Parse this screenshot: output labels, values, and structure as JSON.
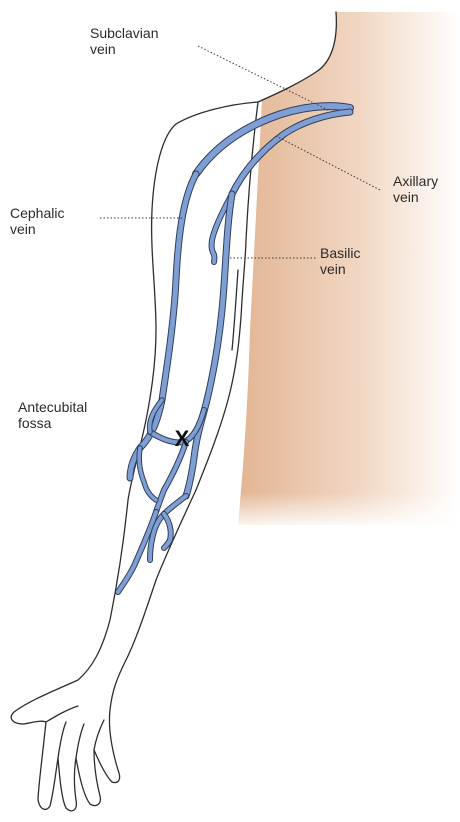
{
  "labels": {
    "subclavian": [
      "Subclavian",
      "vein"
    ],
    "axillary": [
      "Axillary",
      "vein"
    ],
    "cephalic": [
      "Cephalic",
      "vein"
    ],
    "basilic": [
      "Basilic",
      "vein"
    ],
    "antecubital": [
      "Antecubital",
      "fossa"
    ]
  },
  "marker": "X",
  "colors": {
    "skin": "#d39f78",
    "skin_shadow": "#c68b62",
    "vein": "#7f9fd4",
    "vein_edge": "#2f3f5c",
    "outline": "#2e2e2e",
    "text": "#2b2b2b"
  }
}
